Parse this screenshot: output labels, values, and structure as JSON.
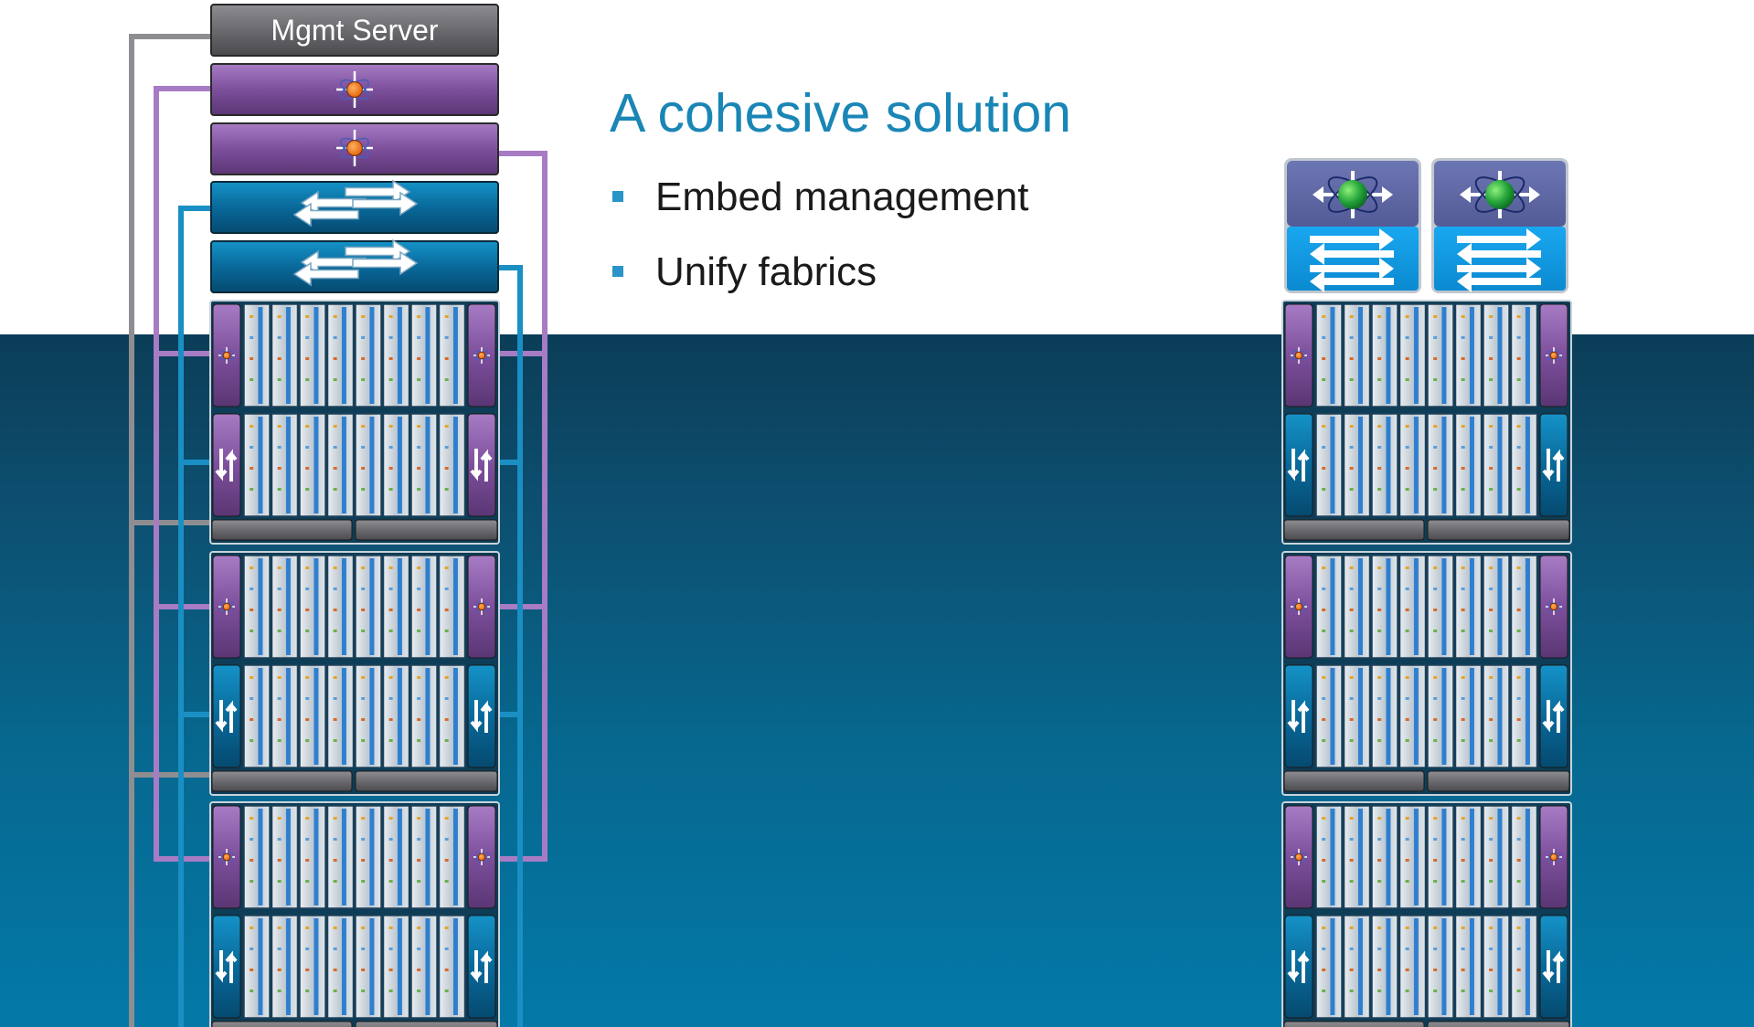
{
  "slide": {
    "title": "A cohesive solution",
    "bullets": [
      "Embed management",
      "Unify fabrics"
    ]
  },
  "diagram_left": {
    "mgmt_server_label": "Mgmt Server",
    "top_units": [
      "management-module",
      "management-module",
      "fabric-switch",
      "fabric-switch"
    ],
    "chassis_count": 3
  },
  "diagram_right": {
    "top_units": [
      "integrated-fabric-interconnect",
      "integrated-fabric-interconnect"
    ],
    "chassis_count": 3
  },
  "colors": {
    "mgmt_gray": "#6e6e72",
    "mgmt_purple": "#8a5aa8",
    "fabric_blue": "#0a77a8",
    "title_blue": "#1a86b6",
    "bullet_blue": "#2a93c8"
  }
}
